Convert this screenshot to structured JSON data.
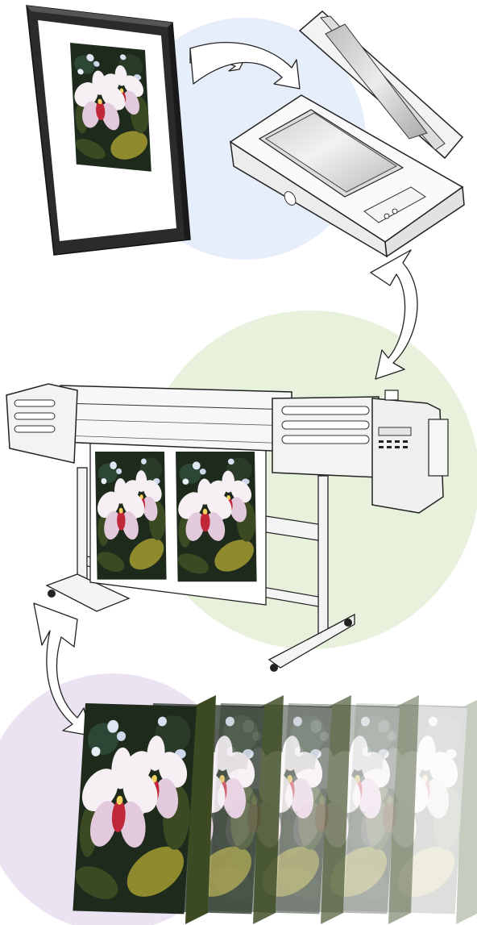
{
  "diagram": {
    "stages": [
      {
        "id": "framed-painting",
        "accent": "#e6edfb"
      },
      {
        "id": "flatbed-scanner",
        "accent": "#e6edfb"
      },
      {
        "id": "wide-format-printer",
        "accent": "#e7f1dc"
      },
      {
        "id": "canvas-prints",
        "accent": "#ebe3f2"
      }
    ],
    "artwork_colors": {
      "dark_bg": "#1d2a1c",
      "petal": "#f6eff4",
      "petal_shade": "#e3c9dc",
      "lip": "#c0283a",
      "leaf": "#8f8a2e",
      "leaf_dark": "#3b4a22",
      "frame": "#2b2b2b",
      "mat": "#ffffff"
    },
    "canvas_copies": 5,
    "arrows": [
      "frame-to-scanner",
      "scanner-to-printer",
      "printer-to-canvas"
    ]
  }
}
